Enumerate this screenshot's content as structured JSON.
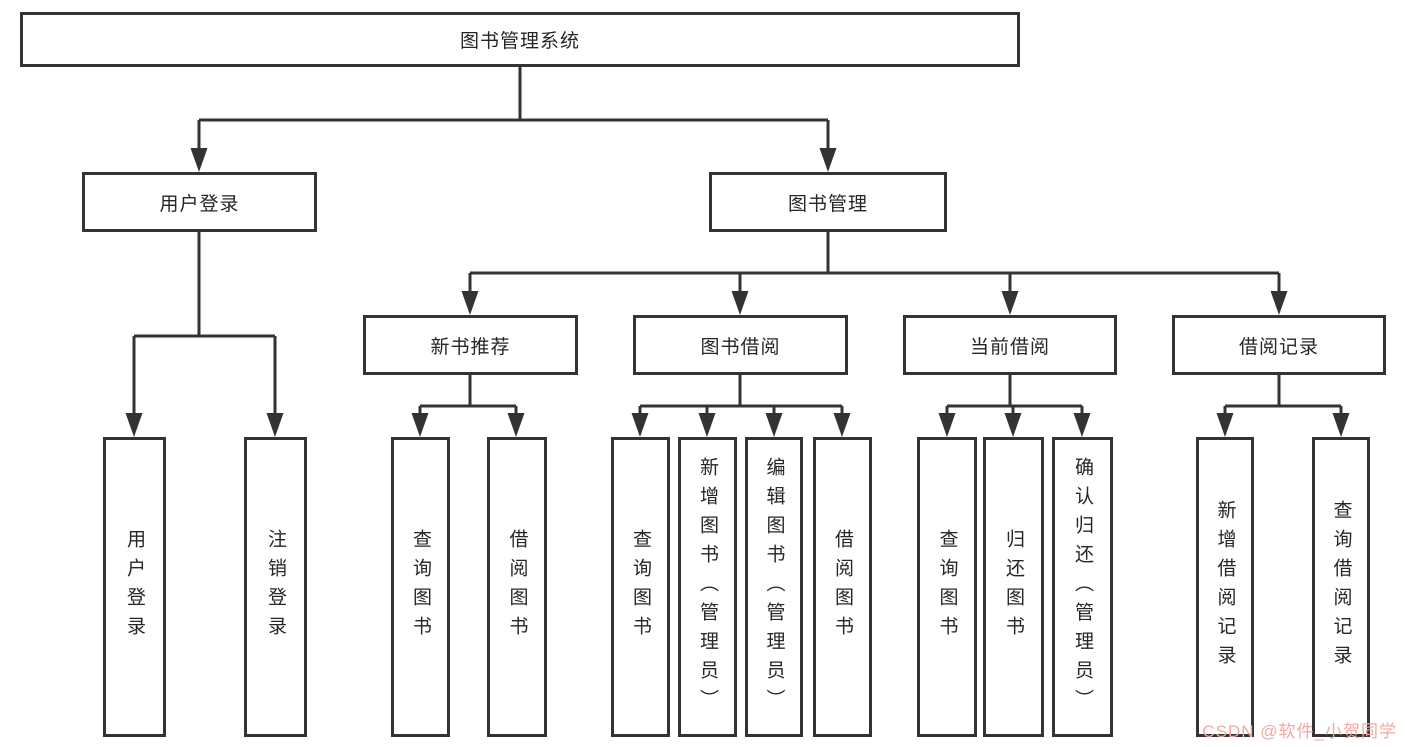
{
  "colors": {
    "line": "#333333",
    "box_border": "#333333",
    "box_fill": "#ffffff",
    "text": "#262626",
    "watermark": "#f5a7a1"
  },
  "watermark": {
    "text": "CSDN @软件_小贺同学"
  },
  "tree": {
    "root": {
      "label": "图书管理系统"
    },
    "children": [
      {
        "label": "用户登录",
        "children": [
          {
            "label": "用户登录"
          },
          {
            "label": "注销登录"
          }
        ]
      },
      {
        "label": "图书管理",
        "children": [
          {
            "label": "新书推荐",
            "children": [
              {
                "label": "查询图书"
              },
              {
                "label": "借阅图书"
              }
            ]
          },
          {
            "label": "图书借阅",
            "children": [
              {
                "label": "查询图书"
              },
              {
                "label": "新增图书（管理员）"
              },
              {
                "label": "编辑图书（管理员）"
              },
              {
                "label": "借阅图书"
              }
            ]
          },
          {
            "label": "当前借阅",
            "children": [
              {
                "label": "查询图书"
              },
              {
                "label": "归还图书"
              },
              {
                "label": "确认归还（管理员）"
              }
            ]
          },
          {
            "label": "借阅记录",
            "children": [
              {
                "label": "新增借阅记录"
              },
              {
                "label": "查询借阅记录"
              }
            ]
          }
        ]
      }
    ]
  }
}
